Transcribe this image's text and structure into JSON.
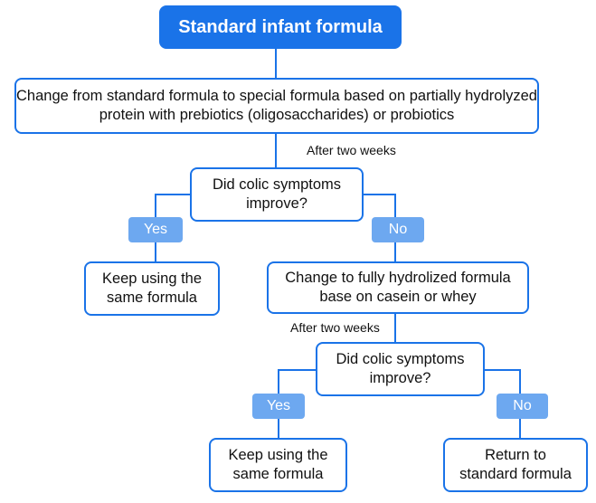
{
  "title": "Standard infant formula",
  "step1": "Change from standard formula to special formula based on partially hydrolyzed protein with prebiotics (oligosaccharides) or probiotics",
  "note1": "After two weeks",
  "question1": "Did colic symptoms improve?",
  "yes1": "Yes",
  "no1": "No",
  "keep1": "Keep using the same formula",
  "step2": "Change to fully hydrolized formula base on casein or whey",
  "note2": "After two weeks",
  "question2": "Did colic symptoms improve?",
  "yes2": "Yes",
  "no2": "No",
  "keep2": "Keep using the same formula",
  "return": "Return to standard formula",
  "colors": {
    "primary": "#1a73e8",
    "label": "#6da8f0"
  }
}
